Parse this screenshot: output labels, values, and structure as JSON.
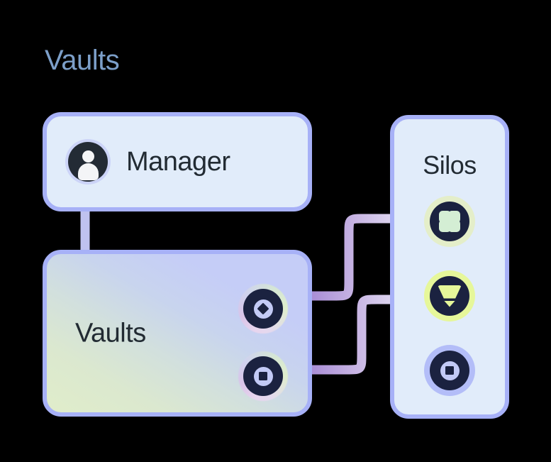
{
  "diagram": {
    "title": "Vaults",
    "title_color": "#7c9fc9",
    "background": "#000000"
  },
  "manager": {
    "label": "Manager",
    "icon": "user-avatar-icon",
    "fill": "#e1ecfa",
    "border": "#a7b1f7"
  },
  "vaults": {
    "label": "Vaults",
    "fill_start": "#c5cdf7",
    "fill_end": "#e0edca",
    "border": "#a7b1f7",
    "tokens": [
      {
        "name": "vault-token-diamond",
        "glyph": "diamond"
      },
      {
        "name": "vault-token-square",
        "glyph": "square"
      }
    ]
  },
  "silos": {
    "label": "Silos",
    "fill": "#e1ecfa",
    "border": "#a7b1f7",
    "items": [
      {
        "name": "silo-clover",
        "glyph": "clover",
        "halo": "#e4eec9"
      },
      {
        "name": "silo-funnel",
        "glyph": "funnel",
        "halo": "#e6f79a"
      },
      {
        "name": "silo-square",
        "glyph": "square",
        "halo": "#b3bdf8"
      }
    ]
  },
  "connectors": {
    "manager_to_vaults": "vertical-link",
    "vaults_to_silos_upper": "s-curve-link",
    "vaults_to_silos_lower": "s-curve-link",
    "color_start": "#a98ed6",
    "color_end": "#ded7f0"
  }
}
